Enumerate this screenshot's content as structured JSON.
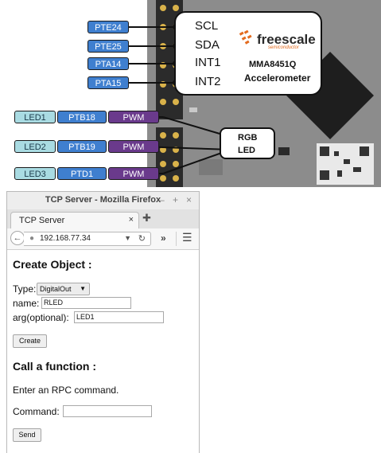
{
  "diagram": {
    "pin_labels": [
      "PTE24",
      "PTE25",
      "PTA14",
      "PTA15"
    ],
    "accelerometer": {
      "signals": [
        "SCL",
        "SDA",
        "INT1",
        "INT2"
      ],
      "brand": "freescale",
      "brand_sub": "semiconductor",
      "chip": "MMA8451Q",
      "description": "Accelerometer"
    },
    "leds": [
      {
        "led": "LED1",
        "pin": "PTB18",
        "mode": "PWM"
      },
      {
        "led": "LED2",
        "pin": "PTB19",
        "mode": "PWM"
      },
      {
        "led": "LED3",
        "pin": "PTD1",
        "mode": "PWM"
      }
    ],
    "rgb_labels": [
      "RGB",
      "LED"
    ],
    "colors": {
      "pin_blue": "#3f7fcf",
      "led_cyan": "#a9dbe2",
      "pwm_purple": "#6a3a8c",
      "board_gray": "#8a8a8a"
    }
  },
  "browser": {
    "window_title": "TCP Server - Mozilla Firefox",
    "window_controls": {
      "minimize": "–",
      "maximize": "+",
      "close": "×"
    },
    "tab_label": "TCP Server",
    "tab_close": "×",
    "new_tab": "✚",
    "url": "192.168.77.34",
    "overflow": "»",
    "menu": "☰"
  },
  "page": {
    "create_heading": "Create Object :",
    "type_label": "Type:",
    "type_value": "DigitalOut",
    "name_label": "name:",
    "name_value": "RLED",
    "arg_label": "arg(optional):",
    "arg_value": "LED1",
    "create_button": "Create",
    "call_heading": "Call a function :",
    "instruction": "Enter an RPC command.",
    "command_label": "Command:",
    "command_value": "",
    "send_button": "Send"
  }
}
